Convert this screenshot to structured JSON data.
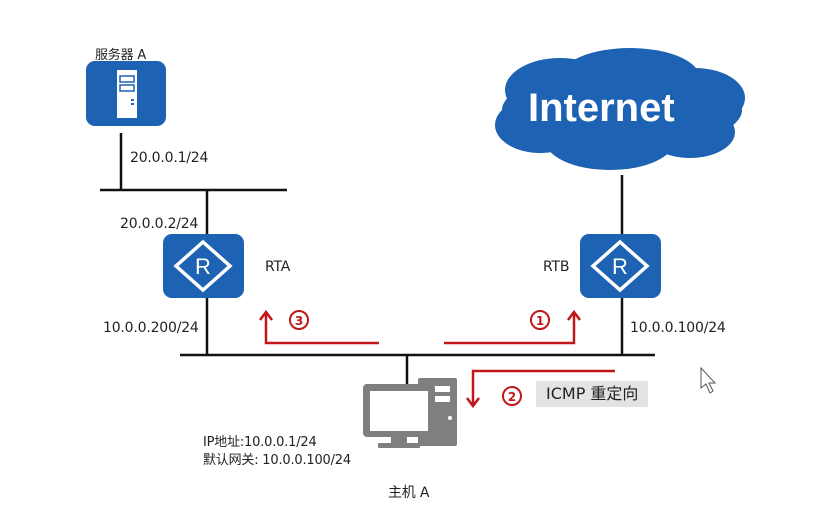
{
  "colors": {
    "device_blue": "#1d62b3",
    "arrow_red": "#c0181a",
    "line_black": "#111111",
    "host_gray": "#808080",
    "label_bg": "#e3e3e3"
  },
  "server": {
    "label": "服务器 A",
    "ip": "20.0.0.1/24",
    "icon": "server-icon"
  },
  "internet": {
    "label": "Internet",
    "icon": "cloud-icon"
  },
  "rta": {
    "label": "RTA",
    "ip_upper": "20.0.0.2/24",
    "ip_lower": "10.0.0.200/24",
    "icon": "router-icon",
    "glyph": "R"
  },
  "rtb": {
    "label": "RTB",
    "ip_lower": "10.0.0.100/24",
    "icon": "router-icon",
    "glyph": "R"
  },
  "host": {
    "label": "主机 A",
    "ip_line": "IP地址:10.0.0.1/24",
    "gateway_line": "默认网关: 10.0.0.100/24",
    "icon": "computer-icon"
  },
  "flows": [
    {
      "step": "1",
      "description": "host to RTB"
    },
    {
      "step": "2",
      "description": "RTB to host",
      "label": "ICMP 重定向"
    },
    {
      "step": "3",
      "description": "host to RTA"
    }
  ],
  "cursor": {
    "icon": "mouse-pointer-icon"
  }
}
